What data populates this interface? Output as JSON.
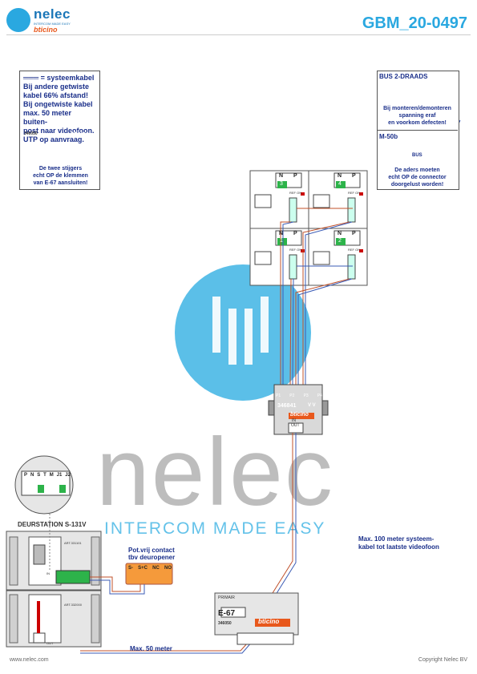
{
  "brand": {
    "name": "nelec",
    "tagline": "INTERCOM MADE EASY",
    "partner": "bticino"
  },
  "doc_id": "GBM_20-0497",
  "note_left": {
    "lines": [
      "═══ = systeemkabel",
      "Bij andere getwiste",
      "kabel 66% afstand!",
      "Bij ongetwiste kabel",
      "max. 50 meter buiten-",
      "post naar videofoon.",
      "UTP op aanvraag."
    ],
    "module_code": "346050",
    "module_brand": "bticino",
    "caption": [
      "De twee stijgers",
      "echt OP de klemmen",
      "van E-67 aansluiten!"
    ]
  },
  "note_right": {
    "title": "BUS 2-DRAADS",
    "warning": [
      "Bij monteren/demonteren",
      "spanning eraf",
      "en voorkom defecten!"
    ],
    "connector_title": "M-50b",
    "connector_label": "BUS",
    "caption": [
      "De aders moeten",
      "echt OP de connector",
      "doorgelust worden!"
    ]
  },
  "monitors": [
    {
      "n": "N",
      "p": "P",
      "num": "3",
      "ref": "REF ON"
    },
    {
      "n": "N",
      "p": "P",
      "num": "4",
      "ref": "REF ON"
    },
    {
      "n": "N",
      "p": "P",
      "num": "1",
      "ref": "REF ON"
    },
    {
      "n": "N",
      "p": "P",
      "num": "2",
      "ref": "REF ON"
    }
  ],
  "distributor": {
    "ports": [
      "P1",
      "P2",
      "P3",
      "P4"
    ],
    "code": "346841",
    "brand": "bticino",
    "vv": "V V",
    "in": "IN",
    "out": "OUT"
  },
  "deurstation": {
    "title": "DEURSTATION S-131V",
    "terminals": [
      "P",
      "N",
      "S",
      "T",
      "M",
      "J1",
      "J2"
    ],
    "module1": "ART.331101",
    "module2": "ART.332000",
    "in": "IN",
    "out": "OUT"
  },
  "relay": {
    "title": [
      "Pot.vrij contact",
      "tbv deuropener"
    ],
    "terminals": [
      "S-",
      "S+C",
      "NC",
      "NO"
    ]
  },
  "psu": {
    "title": "E-67",
    "code": "346050",
    "brand": "bticino",
    "top": "PRIMAIR"
  },
  "labels": {
    "max100": [
      "Max. 100 meter systeem-",
      "kabel tot laatste videofoon"
    ],
    "max50": "Max. 50 meter"
  },
  "footer": {
    "left": "www.nelec.com",
    "right": "Copyright Nelec BV"
  },
  "watermark": {
    "word": "nelec",
    "tag": "INTERCOM MADE EASY"
  }
}
